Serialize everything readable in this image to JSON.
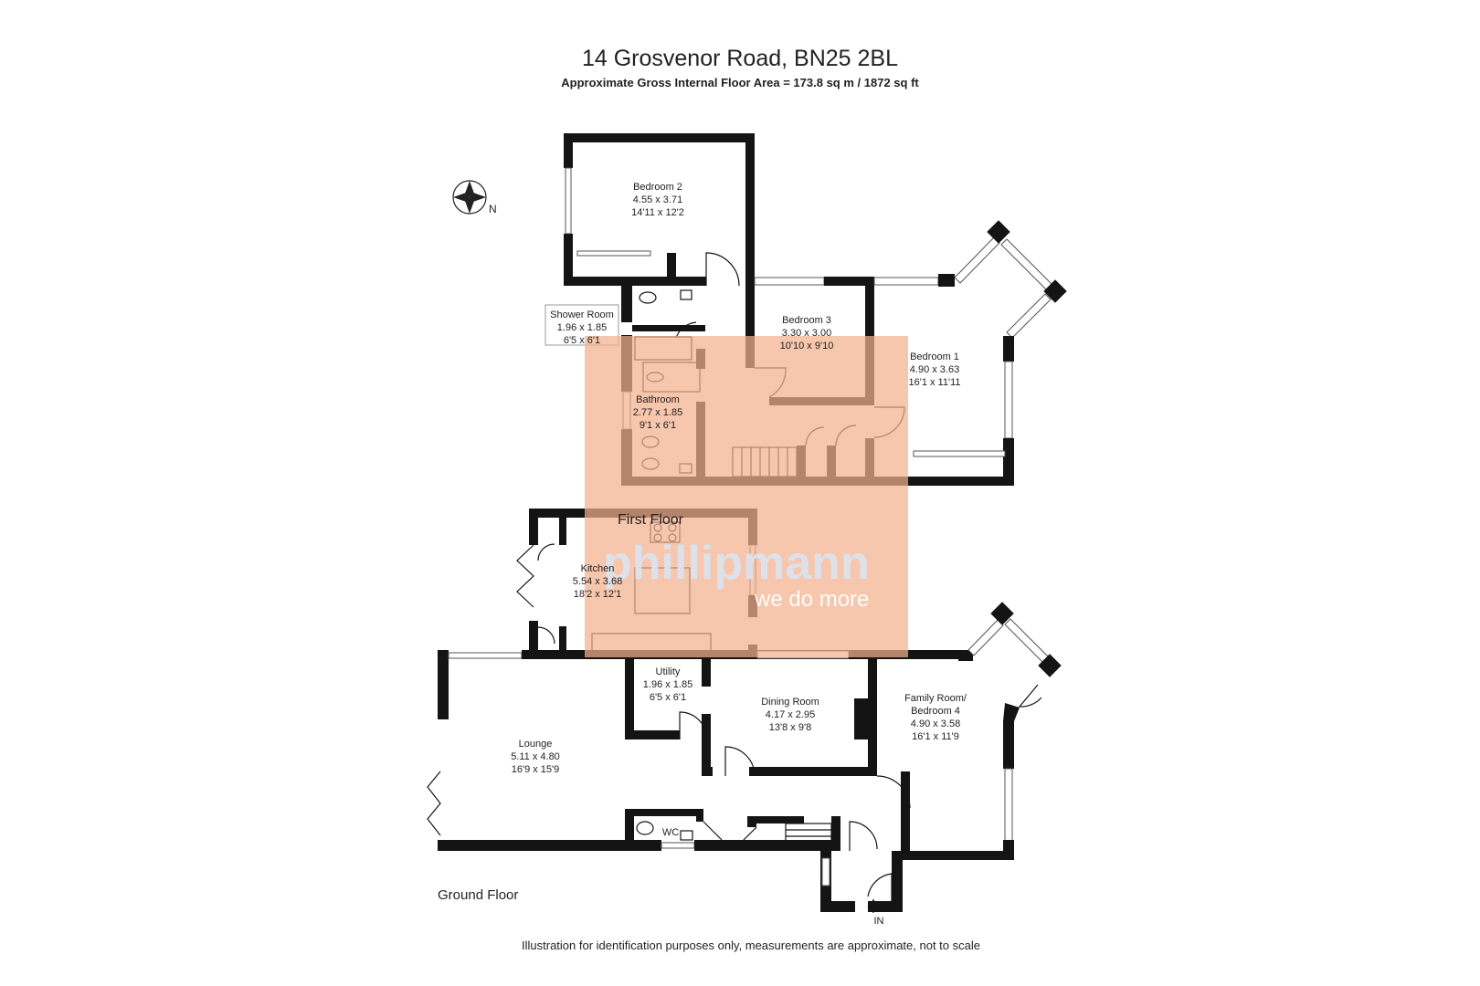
{
  "header": {
    "title": "14 Grosvenor Road, BN25 2BL",
    "area": "Approximate Gross Internal Floor Area = 173.8 sq m / 1872 sq ft"
  },
  "compass": {
    "label": "N"
  },
  "floors": {
    "first": "First Floor",
    "ground": "Ground Floor"
  },
  "rooms": {
    "bedroom2": {
      "name": "Bedroom 2",
      "metric": "4.55 x 3.71",
      "imperial": "14'11 x 12'2"
    },
    "shower_room": {
      "name": "Shower Room",
      "metric": "1.96 x 1.85",
      "imperial": "6'5 x 6'1"
    },
    "bedroom3": {
      "name": "Bedroom 3",
      "metric": "3.30 x 3.00",
      "imperial": "10'10 x 9'10"
    },
    "bedroom1": {
      "name": "Bedroom 1",
      "metric": "4.90 x 3.63",
      "imperial": "16'1 x 11'11"
    },
    "bathroom": {
      "name": "Bathroom",
      "metric": "2.77 x 1.85",
      "imperial": "9'1 x 6'1"
    },
    "kitchen": {
      "name": "Kitchen",
      "metric": "5.54 x 3.68",
      "imperial": "18'2 x 12'1"
    },
    "utility": {
      "name": "Utility",
      "metric": "1.96 x 1.85",
      "imperial": "6'5 x 6'1"
    },
    "dining_room": {
      "name": "Dining Room",
      "metric": "4.17 x 2.95",
      "imperial": "13'8 x 9'8"
    },
    "family_room": {
      "name_line1": "Family Room/",
      "name_line2": "Bedroom 4",
      "metric": "4.90 x 3.58",
      "imperial": "16'1 x 11'9"
    },
    "lounge": {
      "name": "Lounge",
      "metric": "5.11 x 4.80",
      "imperial": "16'9 x 15'9"
    },
    "wc": {
      "name": "WC"
    }
  },
  "entrance": {
    "label": "IN"
  },
  "watermark": {
    "brand": "phillipmann",
    "tagline": "we do more",
    "color": "#f2b08e"
  },
  "footer": {
    "disclaimer": "Illustration for identification purposes only, measurements are approximate, not to scale"
  }
}
